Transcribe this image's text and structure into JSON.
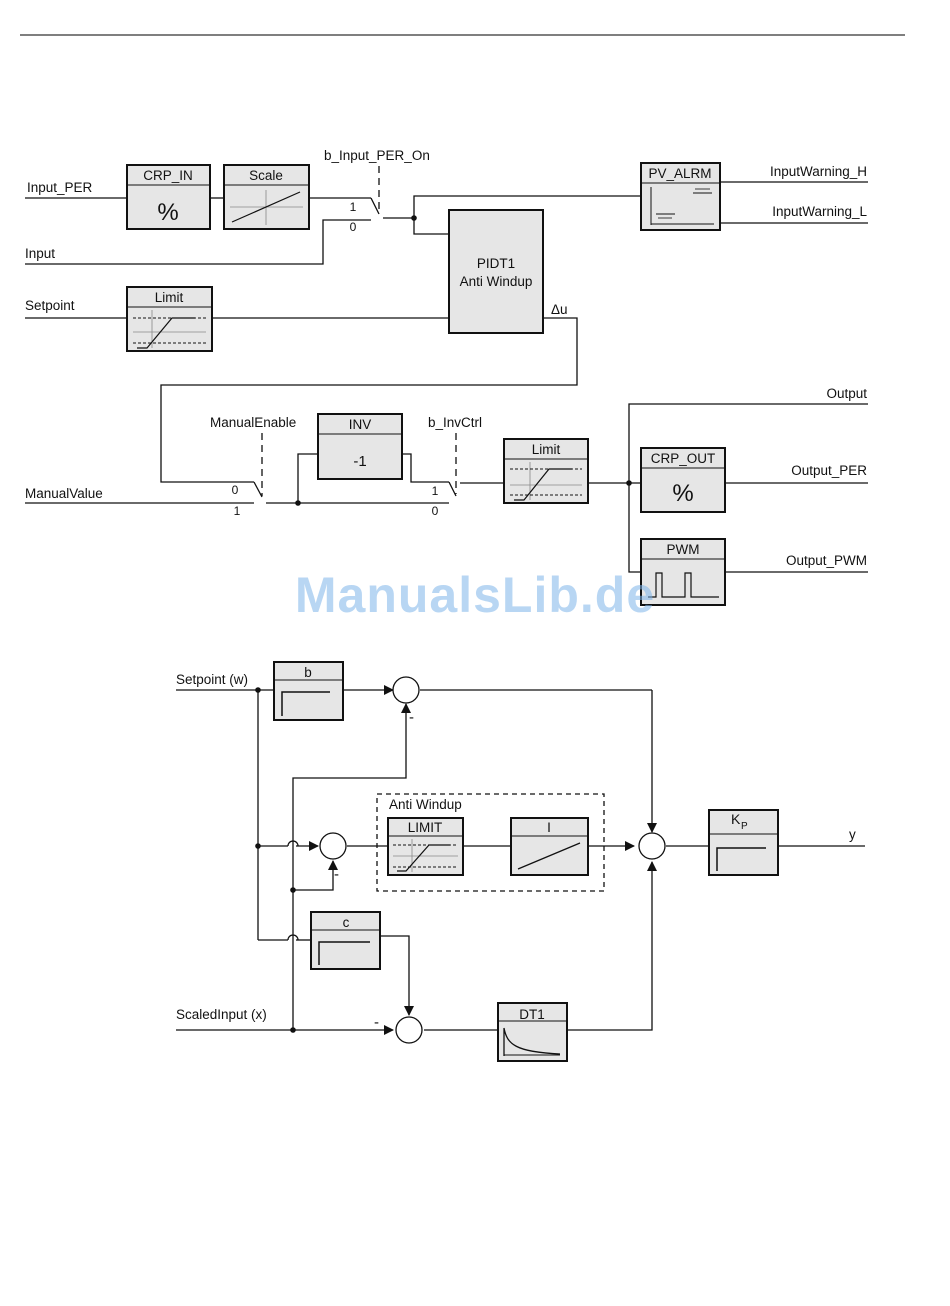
{
  "diagram_top": {
    "inputs": {
      "input_per": "Input_PER",
      "input": "Input",
      "setpoint": "Setpoint",
      "manual_value": "ManualValue"
    },
    "blocks": {
      "crp_in": {
        "title": "CRP_IN",
        "symbol": "%"
      },
      "scale": {
        "title": "Scale"
      },
      "limit_sp": {
        "title": "Limit"
      },
      "pidt1": {
        "line1": "PIDT1",
        "line2": "Anti Windup"
      },
      "pv_alrm": {
        "title": "PV_ALRM"
      },
      "inv": {
        "title": "INV",
        "value": "-1"
      },
      "limit_out": {
        "title": "Limit"
      },
      "crp_out": {
        "title": "CRP_OUT",
        "symbol": "%"
      },
      "pwm": {
        "title": "PWM"
      }
    },
    "switches": {
      "b_input_per_on": {
        "label": "b_Input_PER_On",
        "pos1": "1",
        "pos0": "0"
      },
      "manual_enable": {
        "label": "ManualEnable",
        "pos0": "0",
        "pos1": "1"
      },
      "b_invctrl": {
        "label": "b_InvCtrl",
        "pos1": "1",
        "pos0": "0"
      }
    },
    "delta_u": "Δu",
    "outputs": {
      "input_warning_h": "InputWarning_H",
      "input_warning_l": "InputWarning_L",
      "output": "Output",
      "output_per": "Output_PER",
      "output_pwm": "Output_PWM"
    }
  },
  "watermark": "ManualsLib.de",
  "diagram_bottom": {
    "inputs": {
      "setpoint": "Setpoint (w)",
      "scaled_input": "ScaledInput (x)"
    },
    "blocks": {
      "b": {
        "title": "b"
      },
      "c": {
        "title": "c"
      },
      "limit": {
        "title": "LIMIT"
      },
      "i": {
        "title": "I"
      },
      "dt1": {
        "title": "DT1"
      },
      "kp": {
        "title": "K",
        "subscript": "P"
      }
    },
    "anti_windup_label": "Anti Windup",
    "minus_sign": "-",
    "output": "y"
  }
}
